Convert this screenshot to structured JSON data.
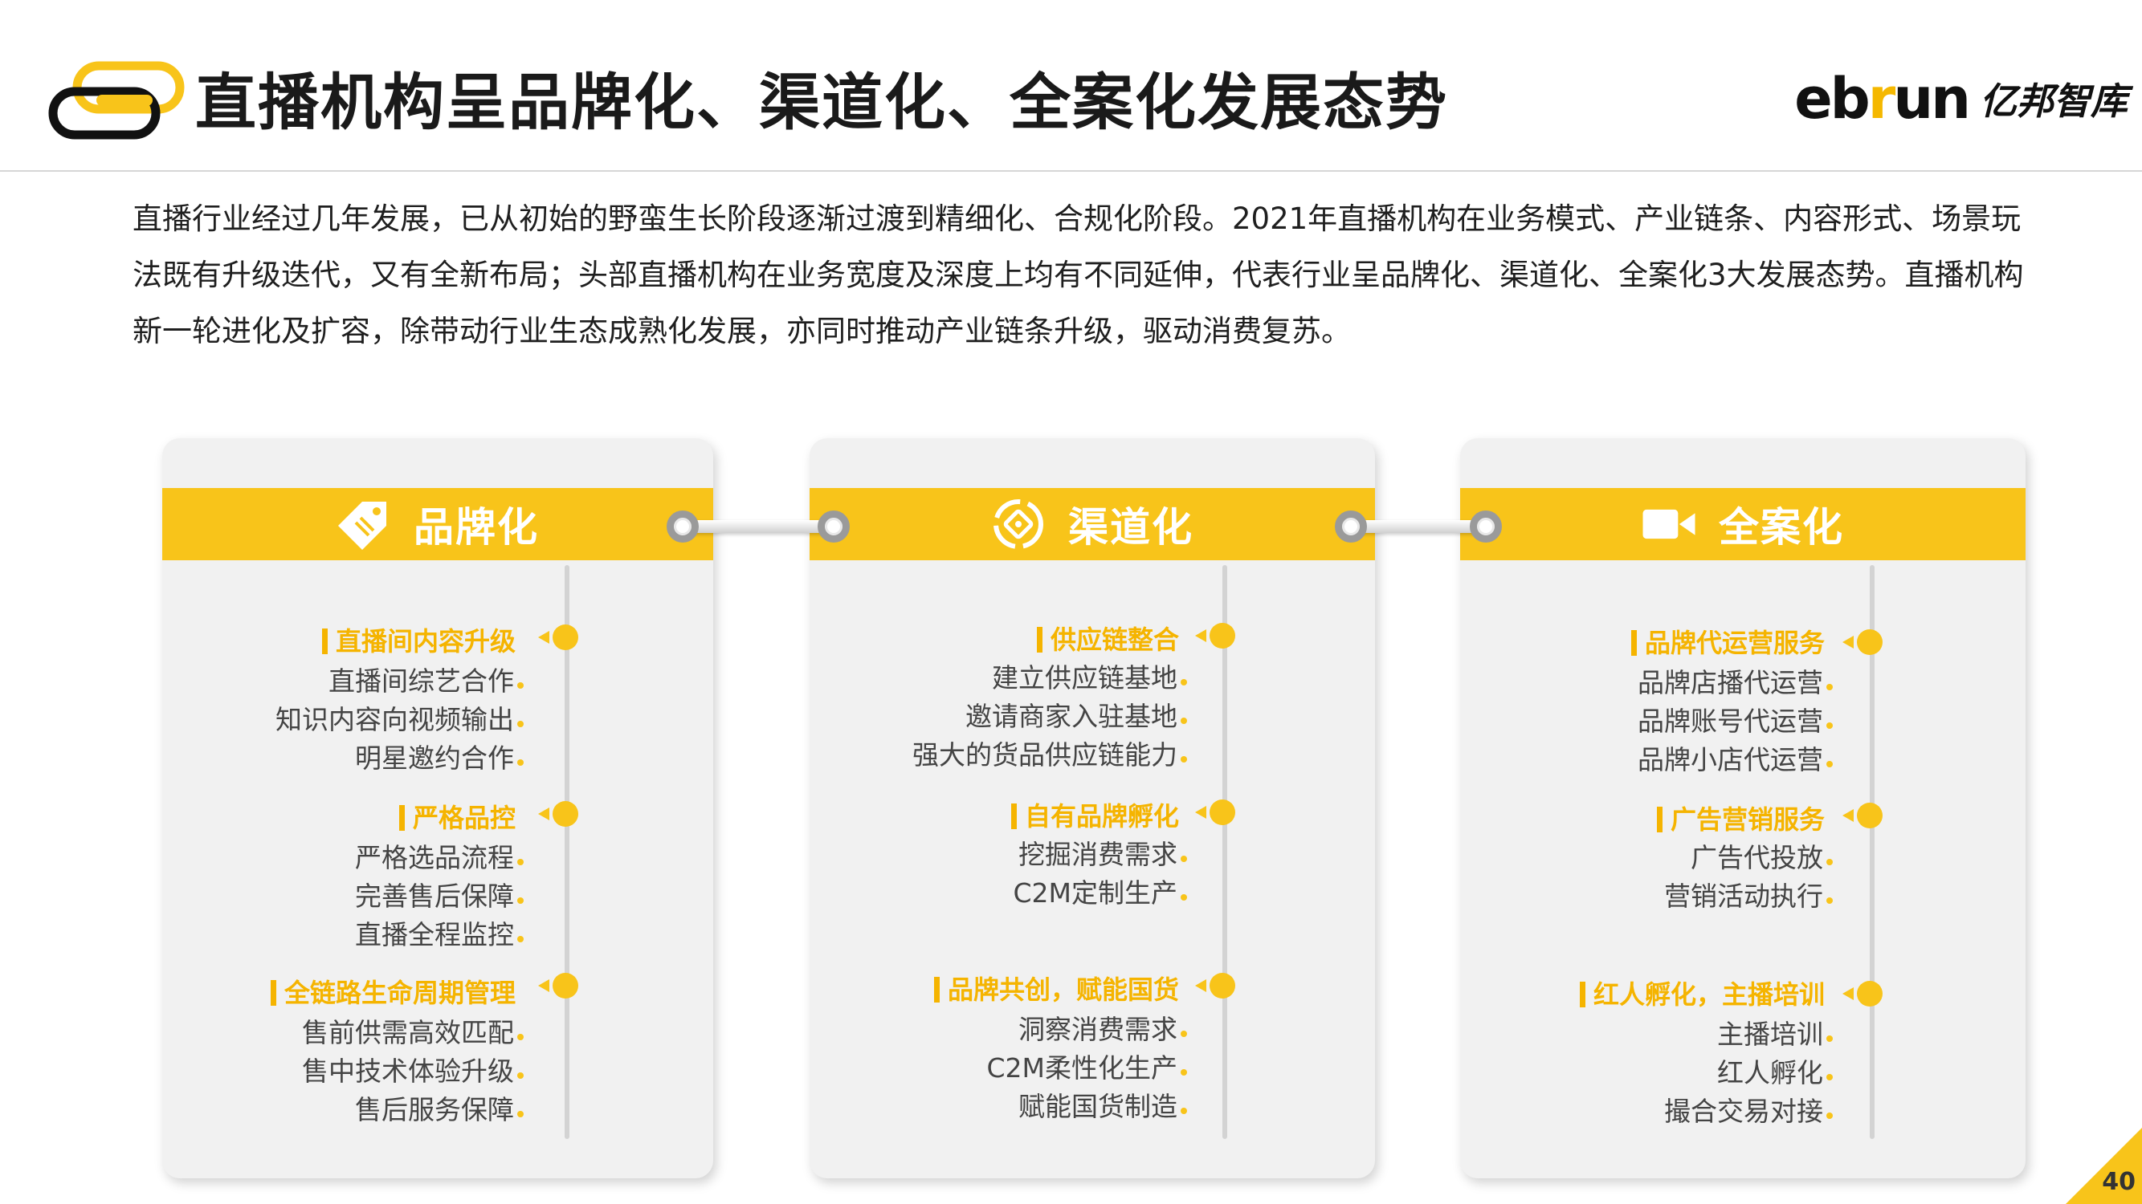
{
  "header": {
    "title": "直播机构呈品牌化、渠道化、全案化发展态势",
    "brand_en_pre": "eb",
    "brand_en_r": "r",
    "brand_en_post": "un",
    "brand_cn": "亿邦智库"
  },
  "intro": {
    "text": "直播行业经过几年发展，已从初始的野蛮生长阶段逐渐过渡到精细化、合规化阶段。2021年直播机构在业务模式、产业链条、内容形式、场景玩法既有升级迭代，又有全新布局；头部直播机构在业务宽度及深度上均有不同延伸，代表行业呈品牌化、渠道化、全案化3大发展态势。直播机构新一轮进化及扩容，除带动行业生态成熟化发展，亦同时推动产业链条升级，驱动消费复苏。"
  },
  "colors": {
    "accent": "#f8c41a",
    "card_bg": "#f1f1f1"
  },
  "cards": [
    {
      "title": "品牌化",
      "icon": "tag-icon",
      "groups": [
        {
          "title": "直播间内容升级",
          "items": [
            "直播间综艺合作",
            "知识内容向视频输出",
            "明星邀约合作"
          ]
        },
        {
          "title": "严格品控",
          "items": [
            "严格选品流程",
            "完善售后保障",
            "直播全程监控"
          ]
        },
        {
          "title": "全链路生命周期管理",
          "items": [
            "售前供需高效匹配",
            "售中技术体验升级",
            "售后服务保障"
          ]
        }
      ]
    },
    {
      "title": "渠道化",
      "icon": "supply-chain-icon",
      "groups": [
        {
          "title": "供应链整合",
          "items": [
            "建立供应链基地",
            "邀请商家入驻基地",
            "强大的货品供应链能力"
          ]
        },
        {
          "title": "自有品牌孵化",
          "items": [
            "挖掘消费需求",
            "C2M定制生产"
          ]
        },
        {
          "title": "品牌共创，赋能国货",
          "items": [
            "洞察消费需求",
            "C2M柔性化生产",
            "赋能国货制造"
          ]
        }
      ]
    },
    {
      "title": "全案化",
      "icon": "video-camera-icon",
      "groups": [
        {
          "title": "品牌代运营服务",
          "items": [
            "品牌店播代运营",
            "品牌账号代运营",
            "品牌小店代运营"
          ]
        },
        {
          "title": "广告营销服务",
          "items": [
            "广告代投放",
            "营销活动执行"
          ]
        },
        {
          "title": "红人孵化，主播培训",
          "items": [
            "主播培训",
            "红人孵化",
            "撮合交易对接"
          ]
        }
      ]
    }
  ],
  "page": {
    "number": "40"
  }
}
